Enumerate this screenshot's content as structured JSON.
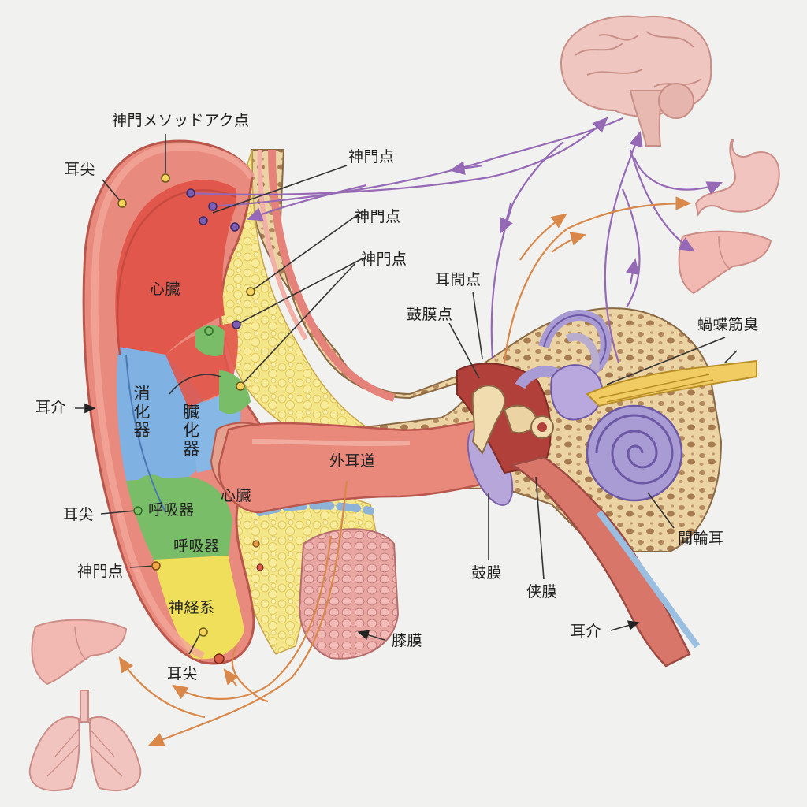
{
  "labels": {
    "shinmon_method": "神門メソッドアク点",
    "jisen_top": "耳尖",
    "shinmon_1": "神門点",
    "shinmon_2": "神門点",
    "shinmon_3": "神門点",
    "jikan": "耳間点",
    "komaku_ten": "鼓膜点",
    "right_nerve": "蝸蝶筋臭",
    "heart_upper": "心臓",
    "jikai_left": "耳介",
    "shoukaki": "消化器",
    "zoukaki": "臓化器",
    "gaijidou": "外耳道",
    "heart_lower": "心臓",
    "jisen_mid": "耳尖",
    "kokyuki_1": "呼吸器",
    "kokyuki_2": "呼吸器",
    "shinmon_low": "神門点",
    "shinkei": "神経系",
    "jisen_bottom": "耳尖",
    "komaku": "鼓膜",
    "ketsumaku": "侠膜",
    "nenmaku": "膝膜",
    "jikai_right": "耳介",
    "rinji": "聞輪耳"
  },
  "colors": {
    "background": "#f1f1ef",
    "skin": "#e98a78",
    "red_zone": "#e0564a",
    "blue_zone": "#7fb1e2",
    "green_zone": "#79bd68",
    "yellow_zone": "#f0df5a",
    "bone": "#efd9b0",
    "fat": "#f3e27a",
    "cochlea": "#a99bd3",
    "purple_arrow": "#9569b5",
    "orange_arrow": "#d9884a",
    "organ": "#f0c0ba"
  },
  "icons": [
    "brain-icon",
    "stomach-icon",
    "liver-icon",
    "lungs-icon"
  ]
}
